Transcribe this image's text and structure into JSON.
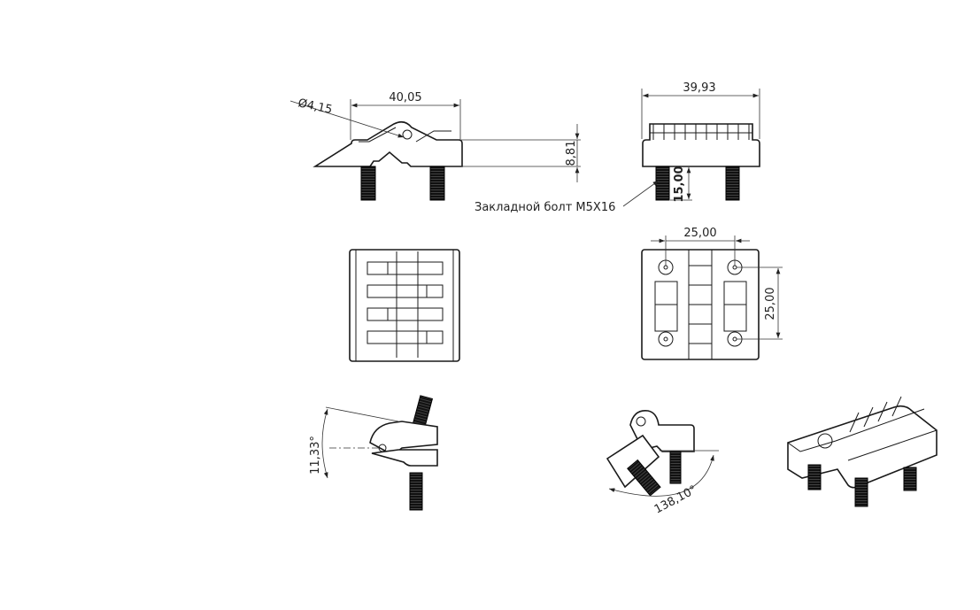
{
  "drawing": {
    "side_view": {
      "diameter_label": "Ø4,15",
      "width_label": "40,05",
      "height_label": "8,81"
    },
    "front_view": {
      "width_label": "39,93",
      "bolt_length_label": "15,00",
      "bolt_callout": "Закладной болт M5X16"
    },
    "bottom_view": {
      "hole_spacing_x_label": "25,00",
      "hole_spacing_y_label": "25,00"
    },
    "tilted_view": {
      "angle_label": "11,33°"
    },
    "open_view": {
      "angle_label": "138,10°"
    }
  }
}
